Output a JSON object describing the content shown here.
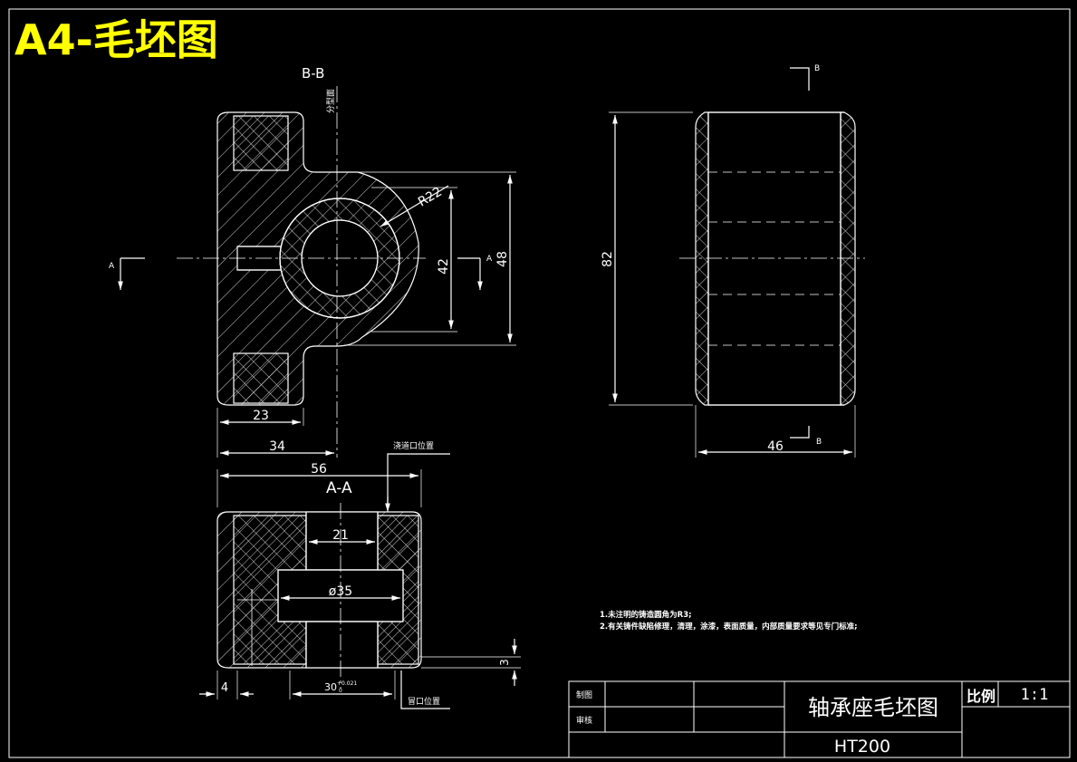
{
  "banner": "A4-毛坯图",
  "views": {
    "section_bb": "B-B",
    "section_aa": "A-A",
    "parting_surface": "分型面",
    "gate_position": "浇道口位置",
    "riser_position": "冒口位置",
    "section_marker_a": "A",
    "section_marker_b": "B"
  },
  "dimensions": {
    "r22": "R22",
    "d42": "42",
    "d48": "48",
    "d23": "23",
    "d34": "34",
    "d82": "82",
    "d46": "46",
    "d56": "56",
    "d21": "21",
    "phi35": "ø35",
    "d4": "4",
    "d3": "3",
    "d30": "30",
    "d30_tol": "+0.021",
    "d30_tol_low": "0"
  },
  "notes": [
    "1.未注明的铸造圆角为R3;",
    "2.有关铸件缺陷修理，清理，涂漆，表面质量，内部质量要求等见专门标准;"
  ],
  "title_block": {
    "drawn_label": "制图",
    "checked_label": "审核",
    "part_name": "轴承座毛坯图",
    "scale_label": "比例",
    "scale_value": "1:1",
    "material": "HT200"
  },
  "colors": {
    "line": "#ffffff",
    "banner": "#ffff00",
    "background": "#000000"
  }
}
